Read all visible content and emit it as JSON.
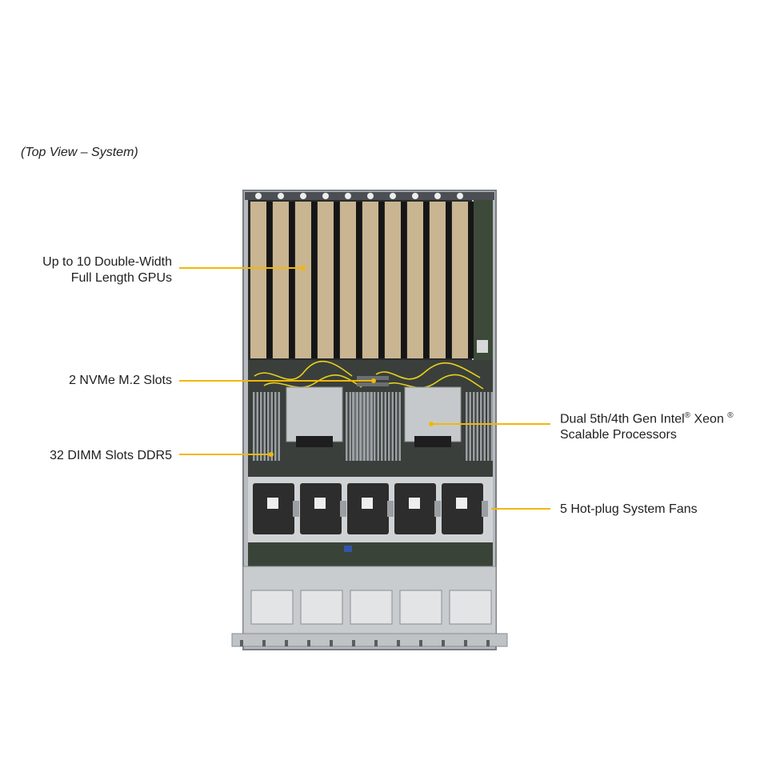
{
  "caption": "(Top View – System)",
  "callouts": {
    "gpus": {
      "line1": "Up to 10 Double-Width",
      "line2": "Full Length GPUs"
    },
    "nvme": {
      "text": "2 NVMe M.2 Slots"
    },
    "dimm": {
      "text": "32 DIMM Slots DDR5"
    },
    "cpu": {
      "line1_a": "Dual 5th/4th Gen Intel",
      "line1_b": "®",
      "line1_c": " Xeon ",
      "line1_d": "®",
      "line2": "Scalable Processors"
    },
    "fans": {
      "text": "5 Hot-plug System Fans"
    }
  },
  "colors": {
    "leader": "#f2b705",
    "gpu_card": "#c9b591",
    "chassis": "#9ea3a8",
    "fan": "#2d2d2d"
  },
  "gpu_count": 10,
  "fan_count": 5,
  "front_bay_count": 5
}
